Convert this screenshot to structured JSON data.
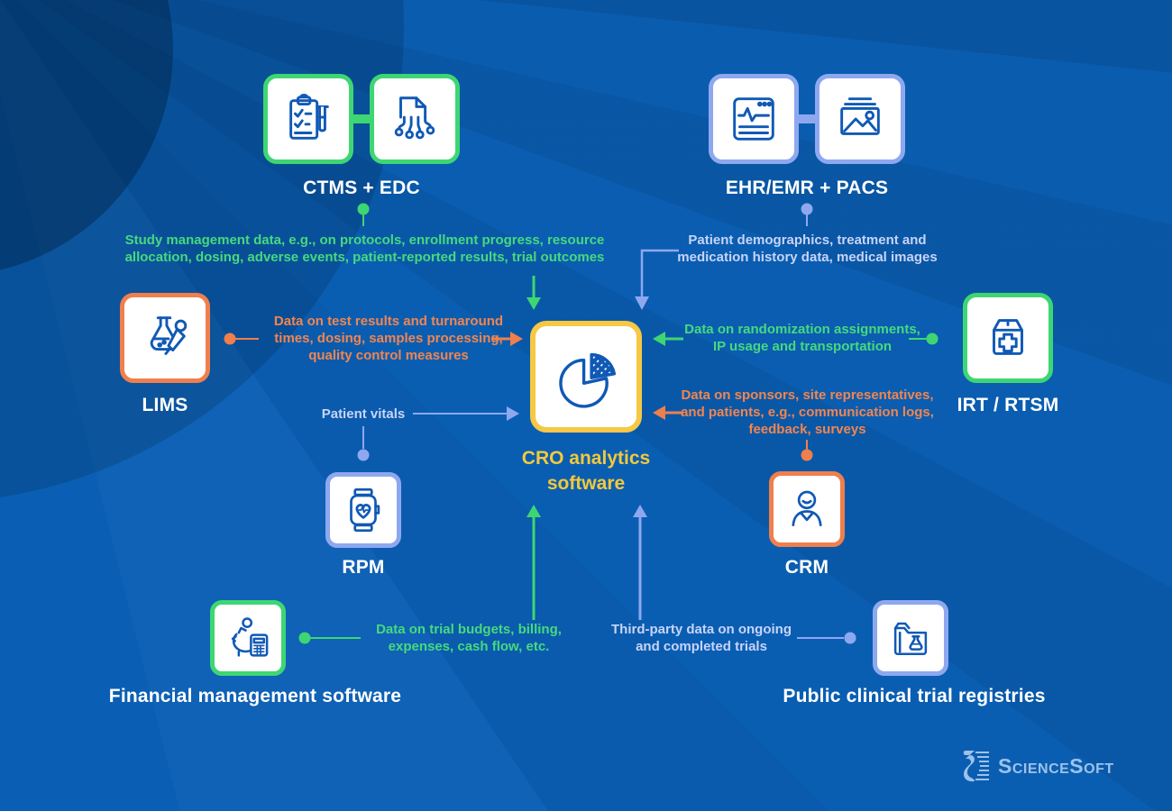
{
  "nodes": {
    "ctms_edc": {
      "label": "CTMS + EDC"
    },
    "ehr_pacs": {
      "label": "EHR/EMR + PACS"
    },
    "lims": {
      "label": "LIMS"
    },
    "irt_rtsm": {
      "label": "IRT / RTSM"
    },
    "rpm": {
      "label": "RPM"
    },
    "crm": {
      "label": "CRM"
    },
    "financial": {
      "label": "Financial management software"
    },
    "registries": {
      "label": "Public clinical trial registries"
    },
    "center": {
      "label": "CRO analytics software"
    }
  },
  "flows": {
    "ctms": {
      "text": "Study management data, e.g., on protocols, enrollment progress, resource allocation, dosing, adverse events, patient-reported results, trial outcomes"
    },
    "ehr": {
      "text": "Patient demographics, treatment and medication history data, medical images"
    },
    "lims": {
      "text": "Data on test results and turnaround times, dosing, samples processing, quality control measures"
    },
    "irt": {
      "text": "Data on randomization assignments, IP usage and transportation"
    },
    "crm": {
      "text": "Data on sponsors, site representatives, and patients, e.g., communication logs, feedback, surveys"
    },
    "rpm": {
      "text": "Patient vitals"
    },
    "financial": {
      "text": "Data on trial budgets, billing, expenses, cash flow, etc."
    },
    "registries": {
      "text": "Third-party data on ongoing and completed trials"
    }
  },
  "colors": {
    "background": "#0a5fb4",
    "green": "#3ed673",
    "orange": "#ef7f4d",
    "periwinkle": "#8ea8f0",
    "yellow": "#f6c844",
    "icon_blue": "#1059b5",
    "text_green": "#47d97e",
    "text_orange": "#f2854f",
    "text_light": "#c7d4f8",
    "label_white": "#ffffff",
    "center_label_yellow": "#f4c93a"
  },
  "logo": {
    "text": "ScienceSoft"
  }
}
